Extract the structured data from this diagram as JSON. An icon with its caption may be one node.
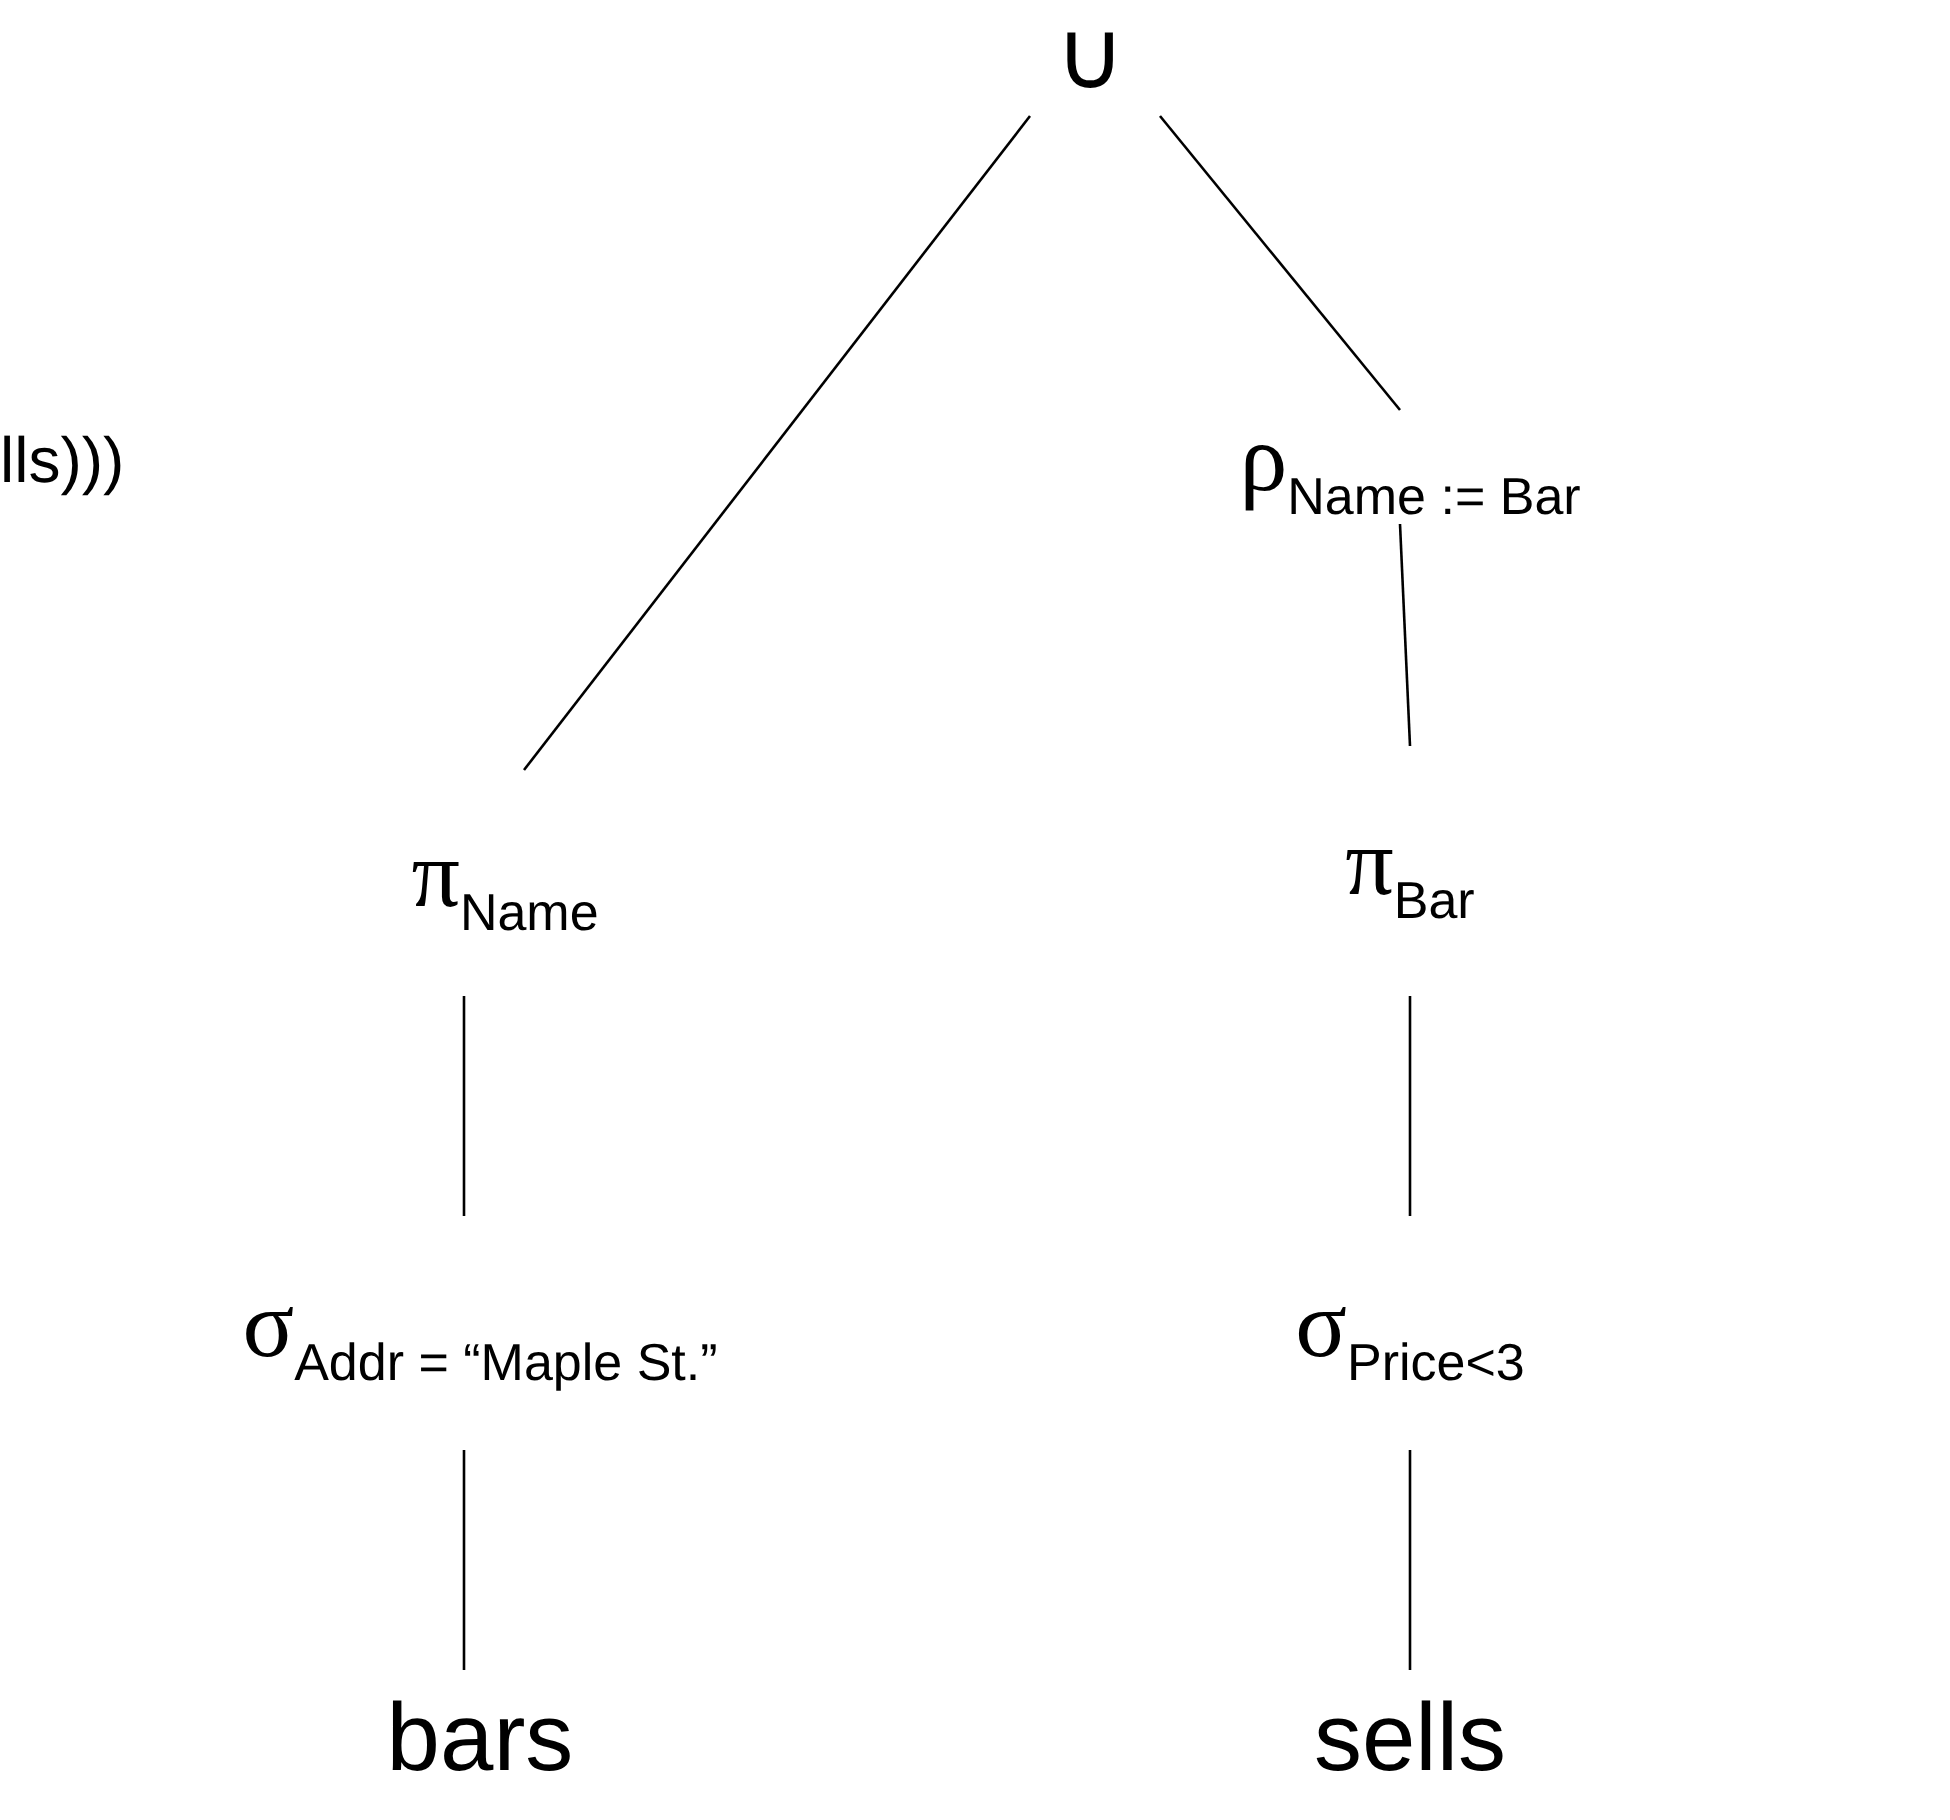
{
  "diagram": {
    "nodes": [
      {
        "text": [
          "∪"
        ]
      },
      {
        "text": [
          "ρ$_{Name := Bar}$"
        ]
      },
      {
        "text": [
          "π$_{Name}$"
        ]
      },
      {
        "text": [
          "π$_{Bar}$"
        ]
      },
      {
        "text": [
          "σ$_{Addr = “Maple St.”}$"
        ]
      },
      {
        "text": [
          "σ$_{Price<3}$"
        ]
      },
      {
        "text": [
          "bars"
        ]
      },
      {
        "text": [
          "sells"
        ]
      }
    ],
    "edges": [
      {
        "from": 0,
        "to": 2,
        "arrow": "none"
      },
      {
        "from": 0,
        "to": 1,
        "arrow": "none"
      },
      {
        "from": 1,
        "to": 3,
        "arrow": "none"
      },
      {
        "from": 2,
        "to": 4,
        "arrow": "none"
      },
      {
        "from": 3,
        "to": 5,
        "arrow": "none"
      },
      {
        "from": 4,
        "to": 6,
        "arrow": "none"
      },
      {
        "from": 5,
        "to": 7,
        "arrow": "none"
      }
    ],
    "labels": [
      "lls)))"
    ]
  }
}
